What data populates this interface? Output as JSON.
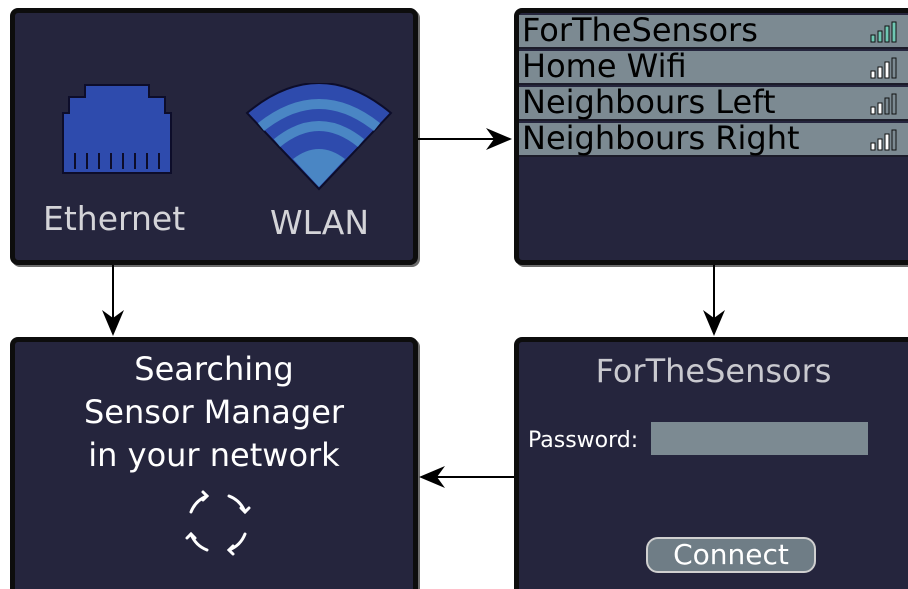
{
  "connection_panel": {
    "ethernet_label": "Ethernet",
    "wlan_label": "WLAN",
    "ethernet_icon": "ethernet-port-icon",
    "wlan_icon": "wifi-icon"
  },
  "network_list": {
    "items": [
      {
        "name": "ForTheSensors",
        "signal_bars": 4,
        "signal_color": "#6fc8b4"
      },
      {
        "name": "Home Wifi",
        "signal_bars": 3,
        "signal_color": "#ffffff"
      },
      {
        "name": "Neighbours Left",
        "signal_bars": 2,
        "signal_color": "#ffffff"
      },
      {
        "name": "Neighbours Right",
        "signal_bars": 3,
        "signal_color": "#ffffff"
      }
    ]
  },
  "searching_panel": {
    "lines": [
      "Searching",
      "Sensor Manager",
      "in your network"
    ],
    "icon": "sync-icon"
  },
  "password_panel": {
    "network_name": "ForTheSensors",
    "password_label": "Password:",
    "password_value": "",
    "connect_label": "Connect"
  },
  "colors": {
    "panel_bg": "#25253d",
    "row_bg": "#7c8a92",
    "icon_blue": "#2e4bad",
    "wifi_light": "#4a86c4"
  }
}
